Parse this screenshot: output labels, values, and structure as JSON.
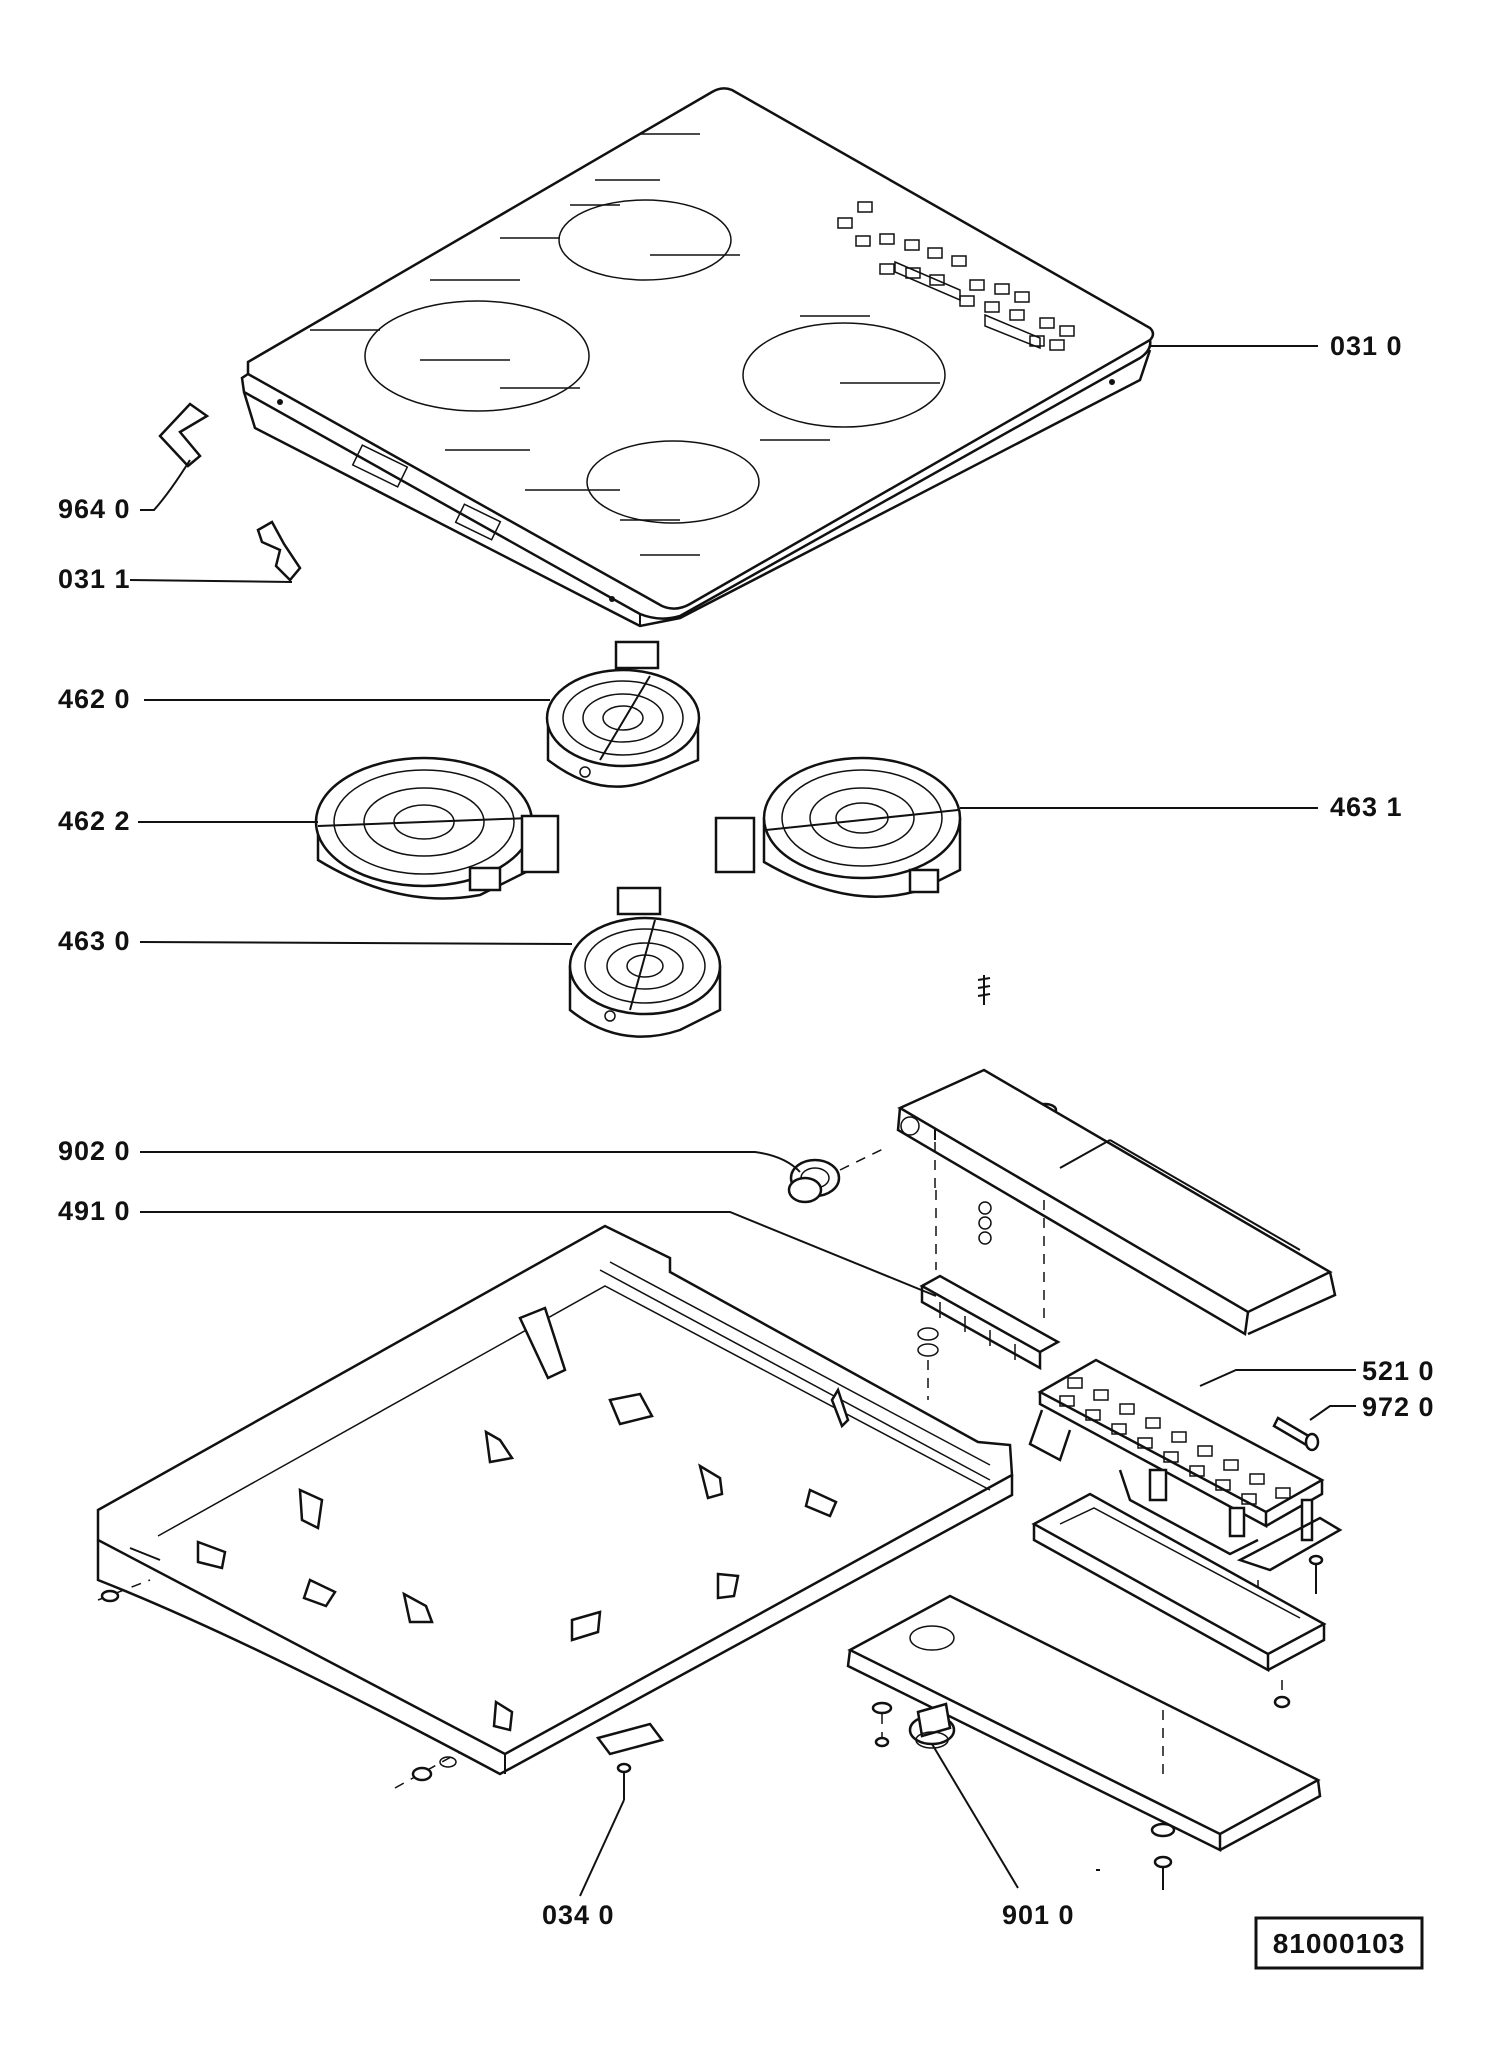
{
  "document_id": "81000103",
  "labels": [
    {
      "id": "031-0",
      "text": "031 0"
    },
    {
      "id": "964-0",
      "text": "964 0"
    },
    {
      "id": "031-1",
      "text": "031 1"
    },
    {
      "id": "462-0",
      "text": "462 0"
    },
    {
      "id": "462-2",
      "text": "462 2"
    },
    {
      "id": "463-1",
      "text": "463 1"
    },
    {
      "id": "463-0",
      "text": "463 0"
    },
    {
      "id": "902-0",
      "text": "902 0"
    },
    {
      "id": "491-0",
      "text": "491 0"
    },
    {
      "id": "521-0",
      "text": "521 0"
    },
    {
      "id": "972-0",
      "text": "972 0"
    },
    {
      "id": "034-0",
      "text": "034 0"
    },
    {
      "id": "901-0",
      "text": "901 0"
    }
  ]
}
